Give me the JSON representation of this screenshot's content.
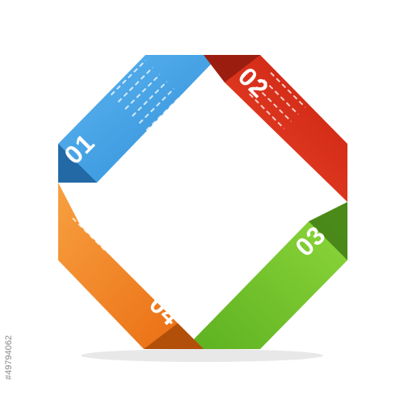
{
  "diagram": {
    "steps": [
      {
        "number": "01",
        "color": "#2f8fd8",
        "dark": "#1c5f9a"
      },
      {
        "number": "02",
        "color": "#e0321c",
        "dark": "#8f1a0e"
      },
      {
        "number": "03",
        "color": "#6cc12a",
        "dark": "#3f7d14"
      },
      {
        "number": "04",
        "color": "#f07a1a",
        "dark": "#a84a08"
      }
    ],
    "placeholder_text": "line-placeholder"
  },
  "watermark": {
    "side_id": "#49794062"
  }
}
